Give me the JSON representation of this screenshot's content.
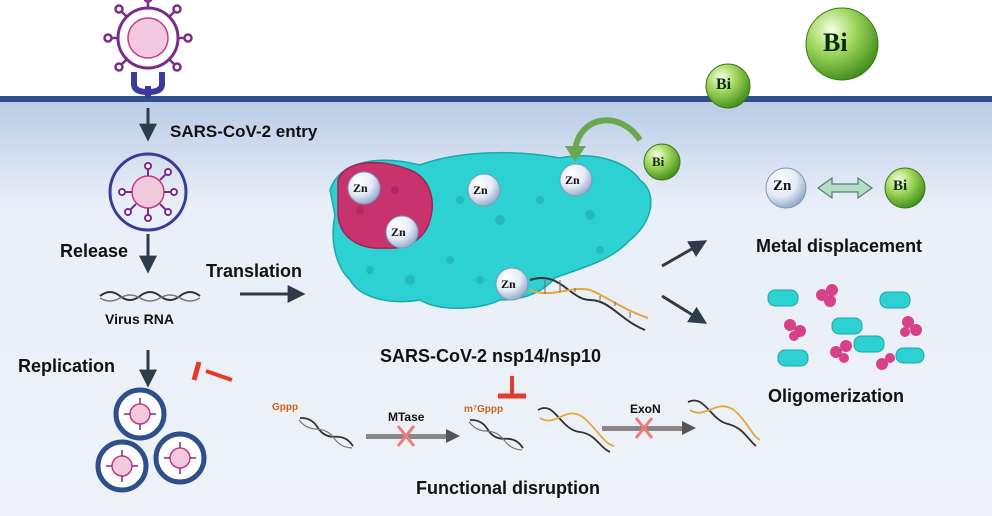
{
  "labels": {
    "entry": "SARS-CoV-2 entry",
    "release": "Release",
    "virus_rna": "Virus RNA",
    "replication": "Replication",
    "translation": "Translation",
    "complex": "SARS-CoV-2 nsp14/nsp10",
    "metal_displacement": "Metal displacement",
    "oligomerization": "Oligomerization",
    "functional_disruption": "Functional disruption",
    "mtase": "MTase",
    "exon": "ExoN",
    "gppp": "Gppp",
    "m7gppp": "m⁷Gppp"
  },
  "ions": {
    "bi": "Bi",
    "zn": "Zn"
  },
  "colors": {
    "membrane": "#2f4f8c",
    "cell_inner": "#dde6f3",
    "protein_nsp14": "#2ed1d1",
    "protein_nsp10": "#c8336e",
    "inhibition": "#e23b2a",
    "arrow": "#2f3a4a",
    "bi_green": "#5fa82b",
    "dna_orange": "#e8a53a"
  }
}
